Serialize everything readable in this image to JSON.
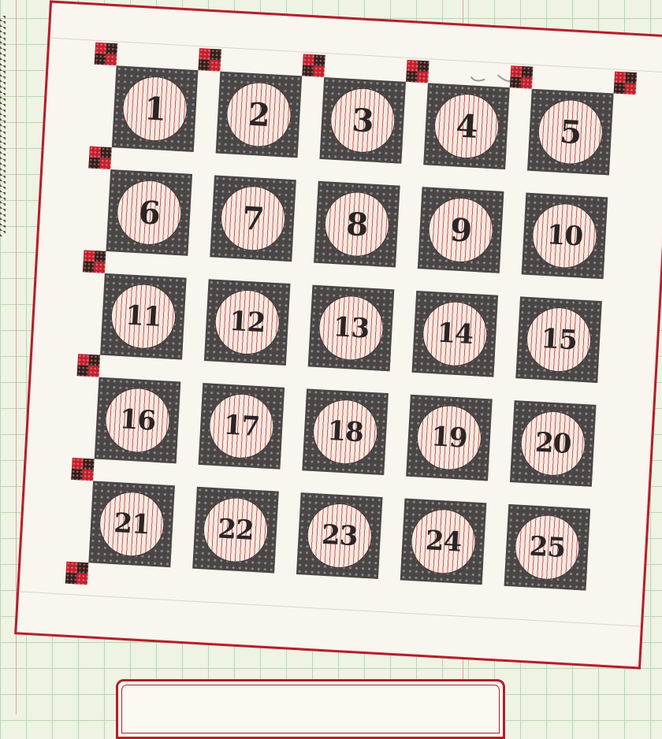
{
  "quilt": {
    "block_numbers": [
      "1",
      "2",
      "3",
      "4",
      "5",
      "6",
      "7",
      "8",
      "9",
      "10",
      "11",
      "12",
      "13",
      "14",
      "15",
      "16",
      "17",
      "18",
      "19",
      "20",
      "21",
      "22",
      "23",
      "24",
      "25"
    ],
    "rows": 5,
    "columns": 5,
    "colors": {
      "border": "#b31e2a",
      "block_background": "#4a4646",
      "circle_stripe": "#c95a5a",
      "circle_base": "#f6e9e0",
      "post_red": "#c41f2c",
      "post_dark": "#3a1d1a",
      "sashing": "#f8f6ef"
    }
  },
  "background": {
    "grid_color": "#b9d6b3",
    "base_color": "#eef3e3"
  }
}
